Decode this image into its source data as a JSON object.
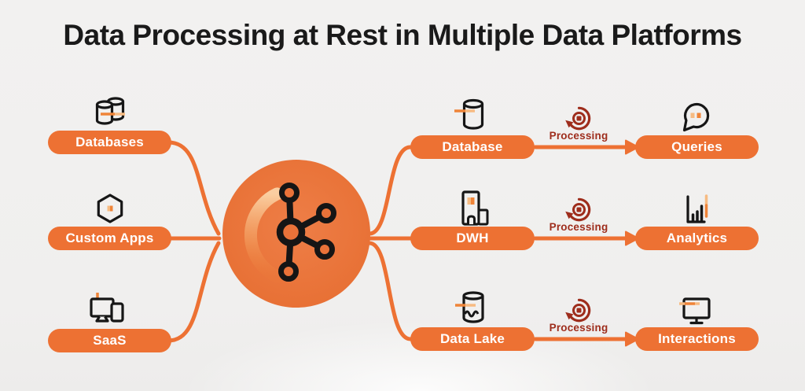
{
  "title": "Data Processing at Rest in Multiple Data Platforms",
  "colors": {
    "accent_orange": "#ED7133",
    "accent_orange_light": "#F7BB82",
    "processing_red": "#9E2D1C",
    "ink": "#1A1A1A",
    "background": "#F1F0EF",
    "pill_text": "#FFFFFF"
  },
  "sources": [
    {
      "label": "Databases",
      "icon": "databases-icon"
    },
    {
      "label": "Custom Apps",
      "icon": "custom-apps-icon"
    },
    {
      "label": "SaaS",
      "icon": "saas-icon"
    }
  ],
  "hub": {
    "icon": "kafka-hub-icon"
  },
  "flows": [
    {
      "platform": "Database",
      "platform_icon": "database-icon",
      "process": "Processing",
      "process_icon": "processing-icon",
      "output": "Queries",
      "output_icon": "queries-icon"
    },
    {
      "platform": "DWH",
      "platform_icon": "dwh-icon",
      "process": "Processing",
      "process_icon": "processing-icon",
      "output": "Analytics",
      "output_icon": "analytics-icon"
    },
    {
      "platform": "Data Lake",
      "platform_icon": "data-lake-icon",
      "process": "Processing",
      "process_icon": "processing-icon",
      "output": "Interactions",
      "output_icon": "interactions-icon"
    }
  ]
}
